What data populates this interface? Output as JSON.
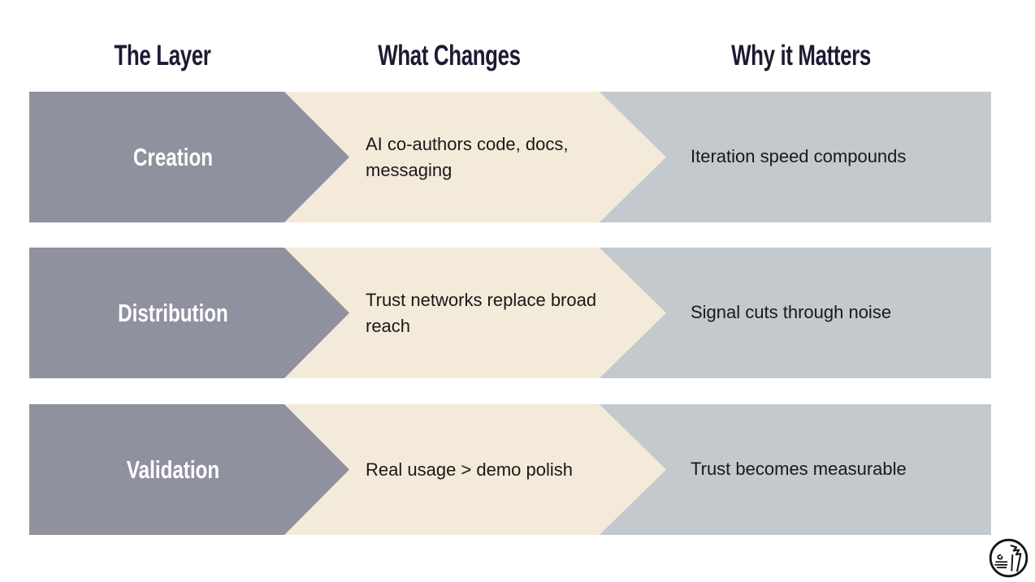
{
  "table": {
    "headers": [
      {
        "label": "The Layer"
      },
      {
        "label": "What Changes"
      },
      {
        "label": "Why it Matters"
      }
    ],
    "rows": [
      {
        "layer": "Creation",
        "change": "AI co-authors code, docs, messaging",
        "why": "Iteration speed compounds"
      },
      {
        "layer": "Distribution",
        "change": "Trust networks replace broad reach",
        "why": "Signal cuts through noise"
      },
      {
        "layer": "Validation",
        "change": "Real usage > demo polish",
        "why": "Trust becomes measurable"
      }
    ]
  },
  "icons": {
    "brand_logo": "brand-logo-icon"
  },
  "colors": {
    "arrow_gray": "#90919f",
    "band_cream": "#f4ead9",
    "band_blue": "#c3c9cd",
    "header_ink": "#1b1b33",
    "body_ink": "#191919",
    "label_ink": "#ffffff",
    "bg": "#ffffff",
    "logo_ink": "#151515"
  }
}
